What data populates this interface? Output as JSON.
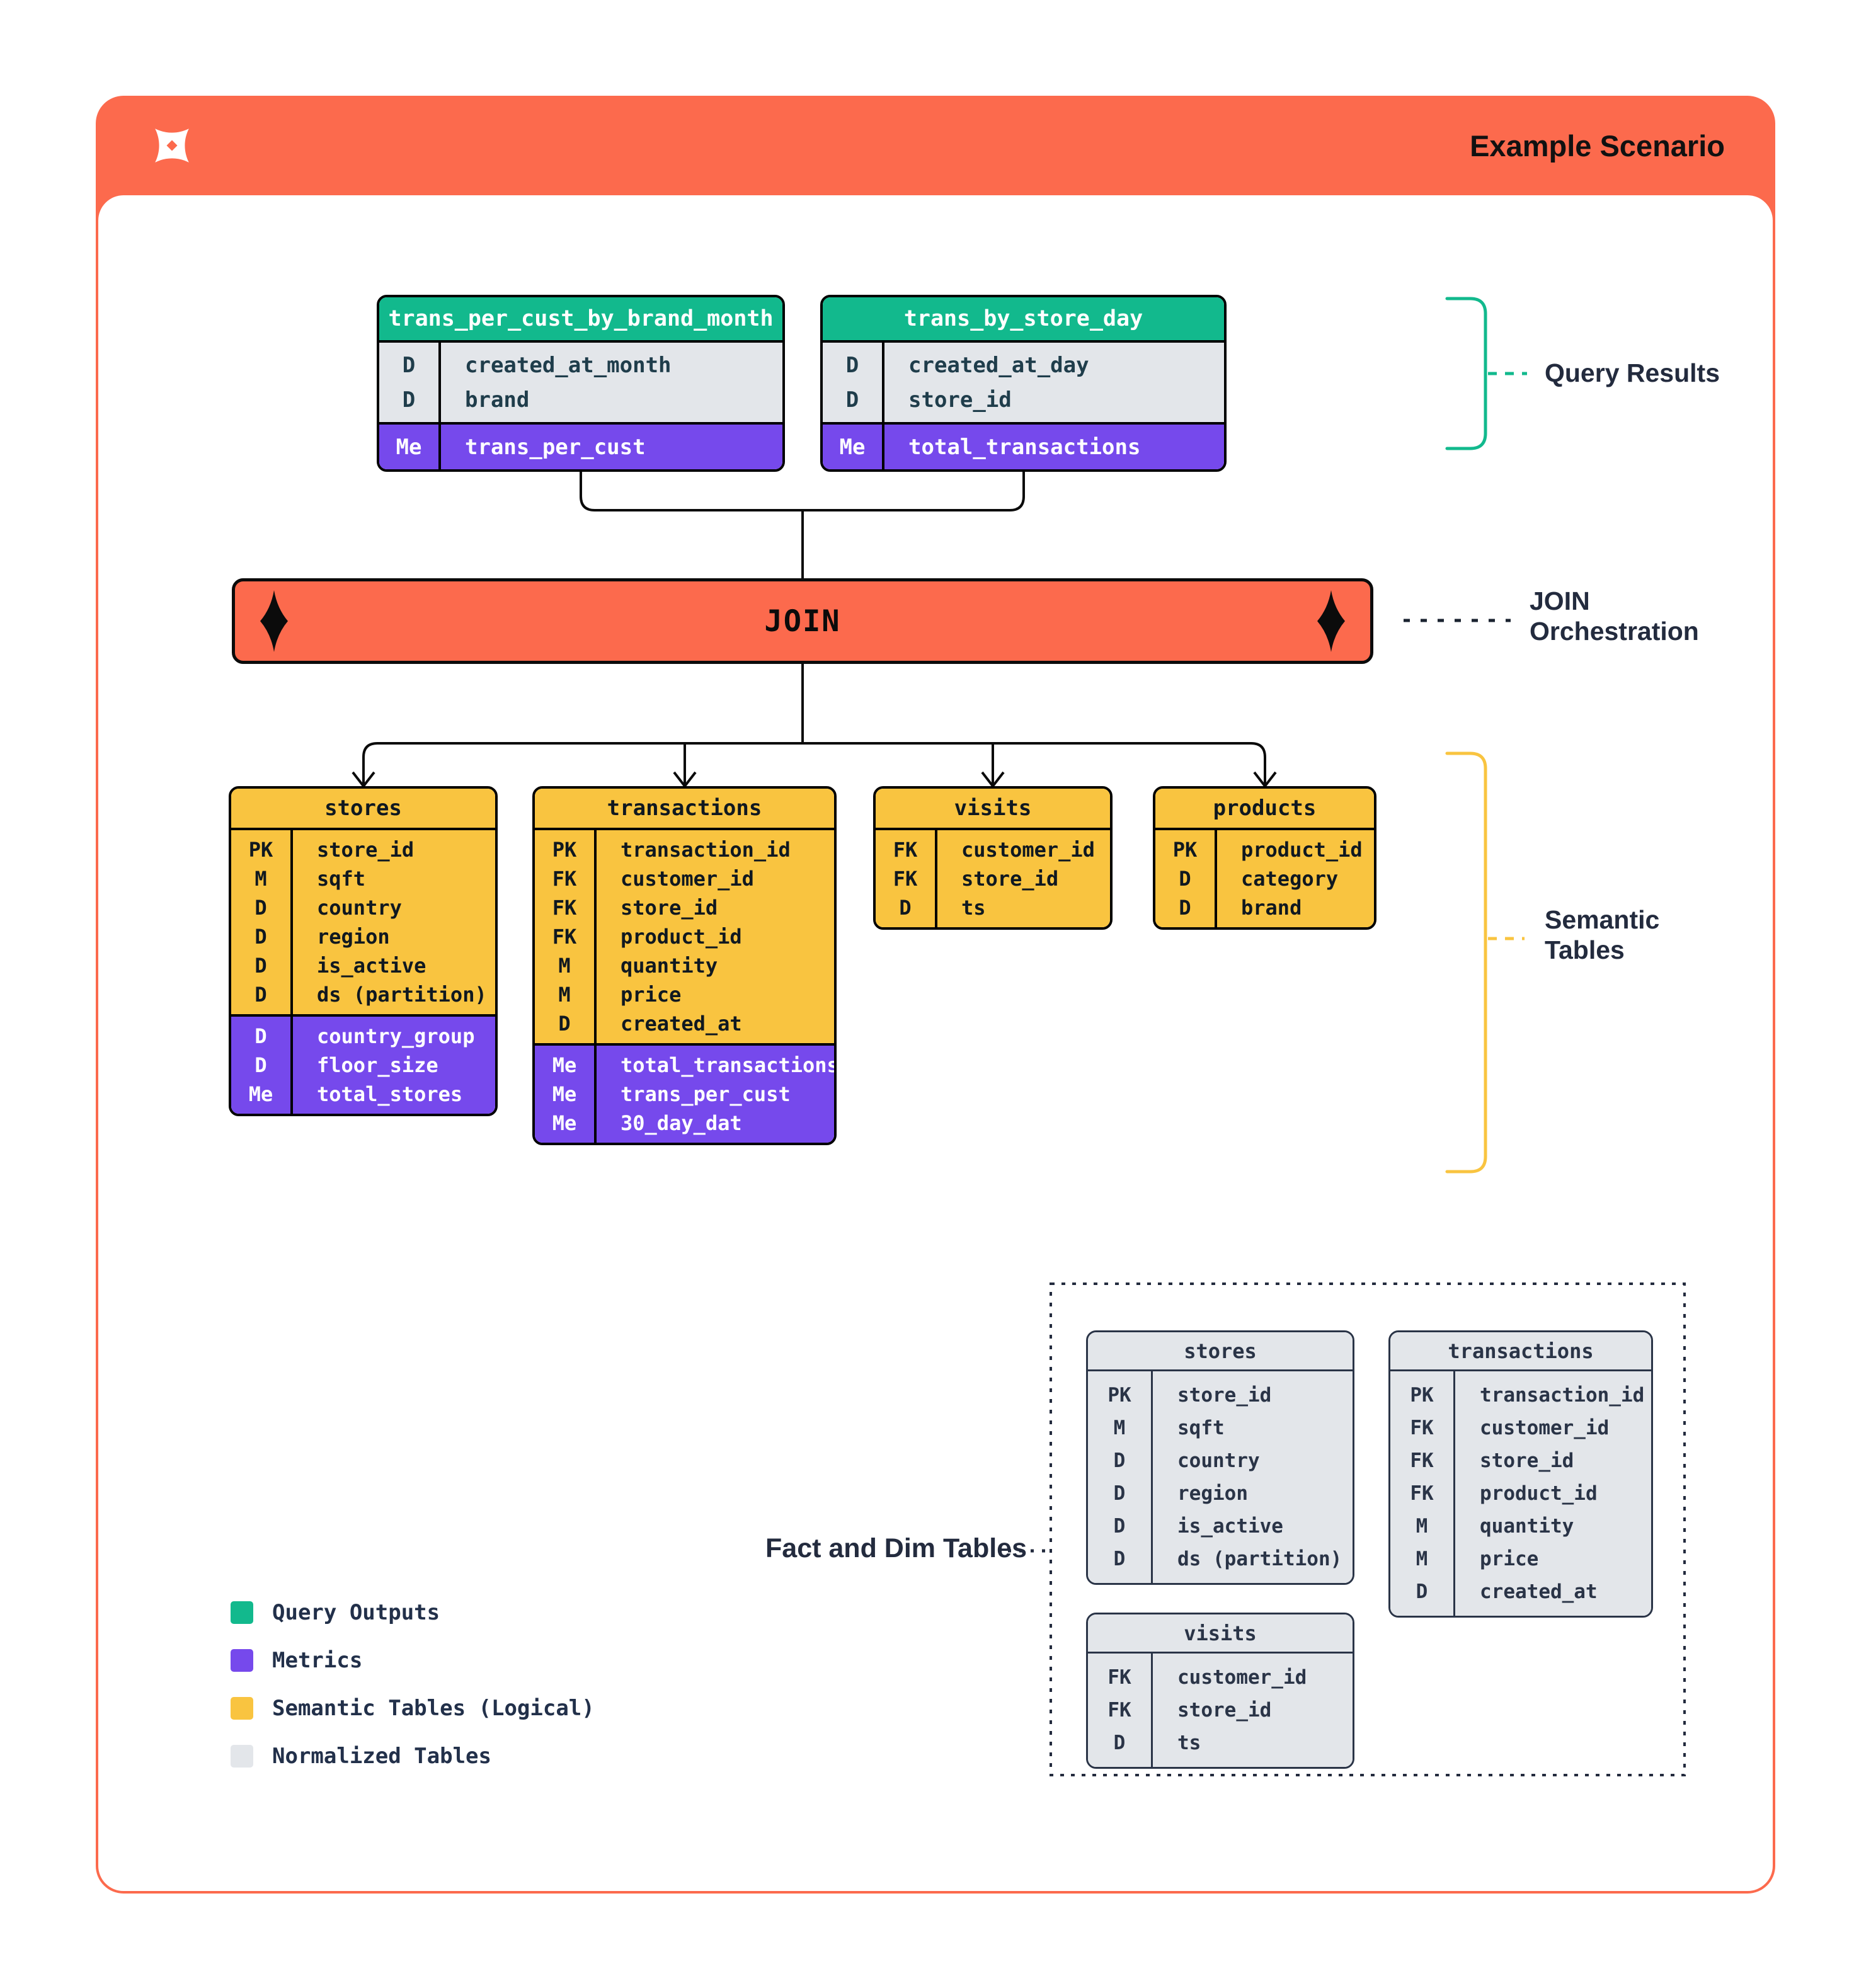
{
  "header": {
    "title": "Example Scenario",
    "logo": "dbt-logo"
  },
  "join": {
    "label": "JOIN"
  },
  "annotations": {
    "query_results": "Query Results",
    "join_orchestration": {
      "line1": "JOIN",
      "line2": "Orchestration"
    },
    "semantic_tables": {
      "line1": "Semantic",
      "line2": "Tables"
    },
    "fact_dim": "Fact and Dim Tables"
  },
  "colors": {
    "accent_orange": "#FC6A4D",
    "query_output_green": "#12B98D",
    "metric_purple": "#7649EC",
    "semantic_yellow": "#F9C440",
    "normalized_gray": "#E3E6EA",
    "ink_navy": "#232B3E"
  },
  "query_result_tables": [
    {
      "title": "trans_per_cust_by_brand_month",
      "columns": [
        {
          "key": "D",
          "name": "created_at_month"
        },
        {
          "key": "D",
          "name": "brand"
        }
      ],
      "metrics": [
        {
          "key": "Me",
          "name": "trans_per_cust"
        }
      ]
    },
    {
      "title": "trans_by_store_day",
      "columns": [
        {
          "key": "D",
          "name": "created_at_day"
        },
        {
          "key": "D",
          "name": "store_id"
        }
      ],
      "metrics": [
        {
          "key": "Me",
          "name": "total_transactions"
        }
      ]
    }
  ],
  "semantic_tables": [
    {
      "title": "stores",
      "columns": [
        {
          "key": "PK",
          "name": "store_id"
        },
        {
          "key": "M",
          "name": "sqft"
        },
        {
          "key": "D",
          "name": "country"
        },
        {
          "key": "D",
          "name": "region"
        },
        {
          "key": "D",
          "name": "is_active"
        },
        {
          "key": "D",
          "name": "ds (partition)"
        }
      ],
      "metrics": [
        {
          "key": "D",
          "name": "country_group"
        },
        {
          "key": "D",
          "name": "floor_size"
        },
        {
          "key": "Me",
          "name": "total_stores"
        }
      ]
    },
    {
      "title": "transactions",
      "columns": [
        {
          "key": "PK",
          "name": "transaction_id"
        },
        {
          "key": "FK",
          "name": "customer_id"
        },
        {
          "key": "FK",
          "name": "store_id"
        },
        {
          "key": "FK",
          "name": "product_id"
        },
        {
          "key": "M",
          "name": "quantity"
        },
        {
          "key": "M",
          "name": "price"
        },
        {
          "key": "D",
          "name": "created_at"
        }
      ],
      "metrics": [
        {
          "key": "Me",
          "name": "total_transactions"
        },
        {
          "key": "Me",
          "name": "trans_per_cust"
        },
        {
          "key": "Me",
          "name": "30_day_dat"
        }
      ]
    },
    {
      "title": "visits",
      "columns": [
        {
          "key": "FK",
          "name": "customer_id"
        },
        {
          "key": "FK",
          "name": "store_id"
        },
        {
          "key": "D",
          "name": "ts"
        }
      ],
      "metrics": []
    },
    {
      "title": "products",
      "columns": [
        {
          "key": "PK",
          "name": "product_id"
        },
        {
          "key": "D",
          "name": "category"
        },
        {
          "key": "D",
          "name": "brand"
        }
      ],
      "metrics": []
    }
  ],
  "normalized_tables": [
    {
      "title": "stores",
      "columns": [
        {
          "key": "PK",
          "name": "store_id"
        },
        {
          "key": "M",
          "name": "sqft"
        },
        {
          "key": "D",
          "name": "country"
        },
        {
          "key": "D",
          "name": "region"
        },
        {
          "key": "D",
          "name": "is_active"
        },
        {
          "key": "D",
          "name": "ds (partition)"
        }
      ],
      "metrics": []
    },
    {
      "title": "transactions",
      "columns": [
        {
          "key": "PK",
          "name": "transaction_id"
        },
        {
          "key": "FK",
          "name": "customer_id"
        },
        {
          "key": "FK",
          "name": "store_id"
        },
        {
          "key": "FK",
          "name": "product_id"
        },
        {
          "key": "M",
          "name": "quantity"
        },
        {
          "key": "M",
          "name": "price"
        },
        {
          "key": "D",
          "name": "created_at"
        }
      ],
      "metrics": []
    },
    {
      "title": "visits",
      "columns": [
        {
          "key": "FK",
          "name": "customer_id"
        },
        {
          "key": "FK",
          "name": "store_id"
        },
        {
          "key": "D",
          "name": "ts"
        }
      ],
      "metrics": []
    }
  ],
  "legend": [
    {
      "color": "#12B98D",
      "label": "Query Outputs"
    },
    {
      "color": "#7649EC",
      "label": "Metrics"
    },
    {
      "color": "#F9C440",
      "label": "Semantic Tables (Logical)"
    },
    {
      "color": "#E3E6EA",
      "label": "Normalized Tables"
    }
  ]
}
